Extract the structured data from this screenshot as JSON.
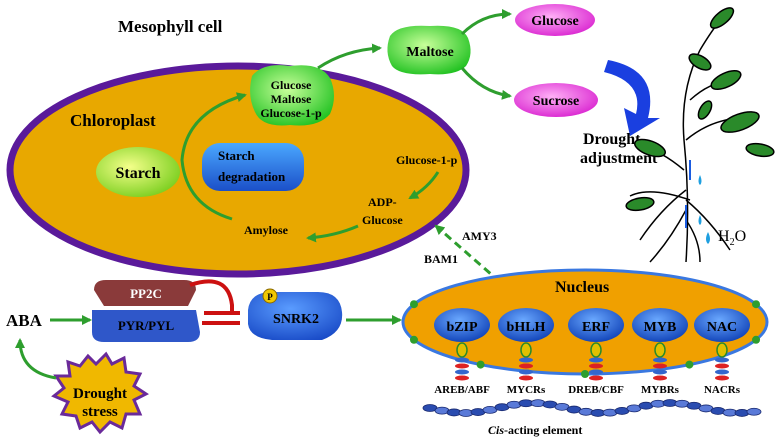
{
  "title": "Mesophyll cell",
  "chloroplast": {
    "label": "Chloroplast",
    "starch": "Starch",
    "starch_degradation": [
      "Starch",
      "degradation"
    ],
    "sugars_box": [
      "Glucose",
      "Maltose",
      "Glucose-1-p"
    ],
    "glucose_1p": "Glucose-1-p",
    "adp_glucose": [
      "ADP-",
      "Glucose"
    ],
    "amylose": "Amylose"
  },
  "products": {
    "maltose": "Maltose",
    "glucose": "Glucose",
    "sucrose": "Sucrose"
  },
  "drought_adjustment": [
    "Drought",
    "adjustment"
  ],
  "water_label": {
    "h": "H",
    "sub": "2",
    "o": "O"
  },
  "enzymes": {
    "amy3": "AMY3",
    "bam1": "BAM1"
  },
  "signaling": {
    "aba": "ABA",
    "pp2c": "PP2C",
    "pyr": "PYR/PYL",
    "snrk2": "SNRK2",
    "phospho": "P",
    "drought_stress": [
      "Drought",
      "stress"
    ]
  },
  "nucleus": {
    "label": "Nucleus",
    "tfs": [
      "bZIP",
      "bHLH",
      "ERF",
      "MYB",
      "NAC"
    ],
    "elements": [
      "AREB/ABF",
      "MYCRs",
      "DREB/CBF",
      "MYBRs",
      "NACRs"
    ]
  },
  "cis_label": {
    "italic": "Cis",
    "rest": "-acting element"
  },
  "colors": {
    "chloroplast_fill": "#e8a800",
    "chloroplast_border": "#5a1a9a",
    "arrow_green": "#2e9e2e",
    "nucleus_fill": "#f0a000",
    "tf_blue": "#1f5fd8",
    "inhibit_red": "#cc1111",
    "glucose_pink": "#e040d8",
    "maltose_green": "#3ad13a"
  }
}
